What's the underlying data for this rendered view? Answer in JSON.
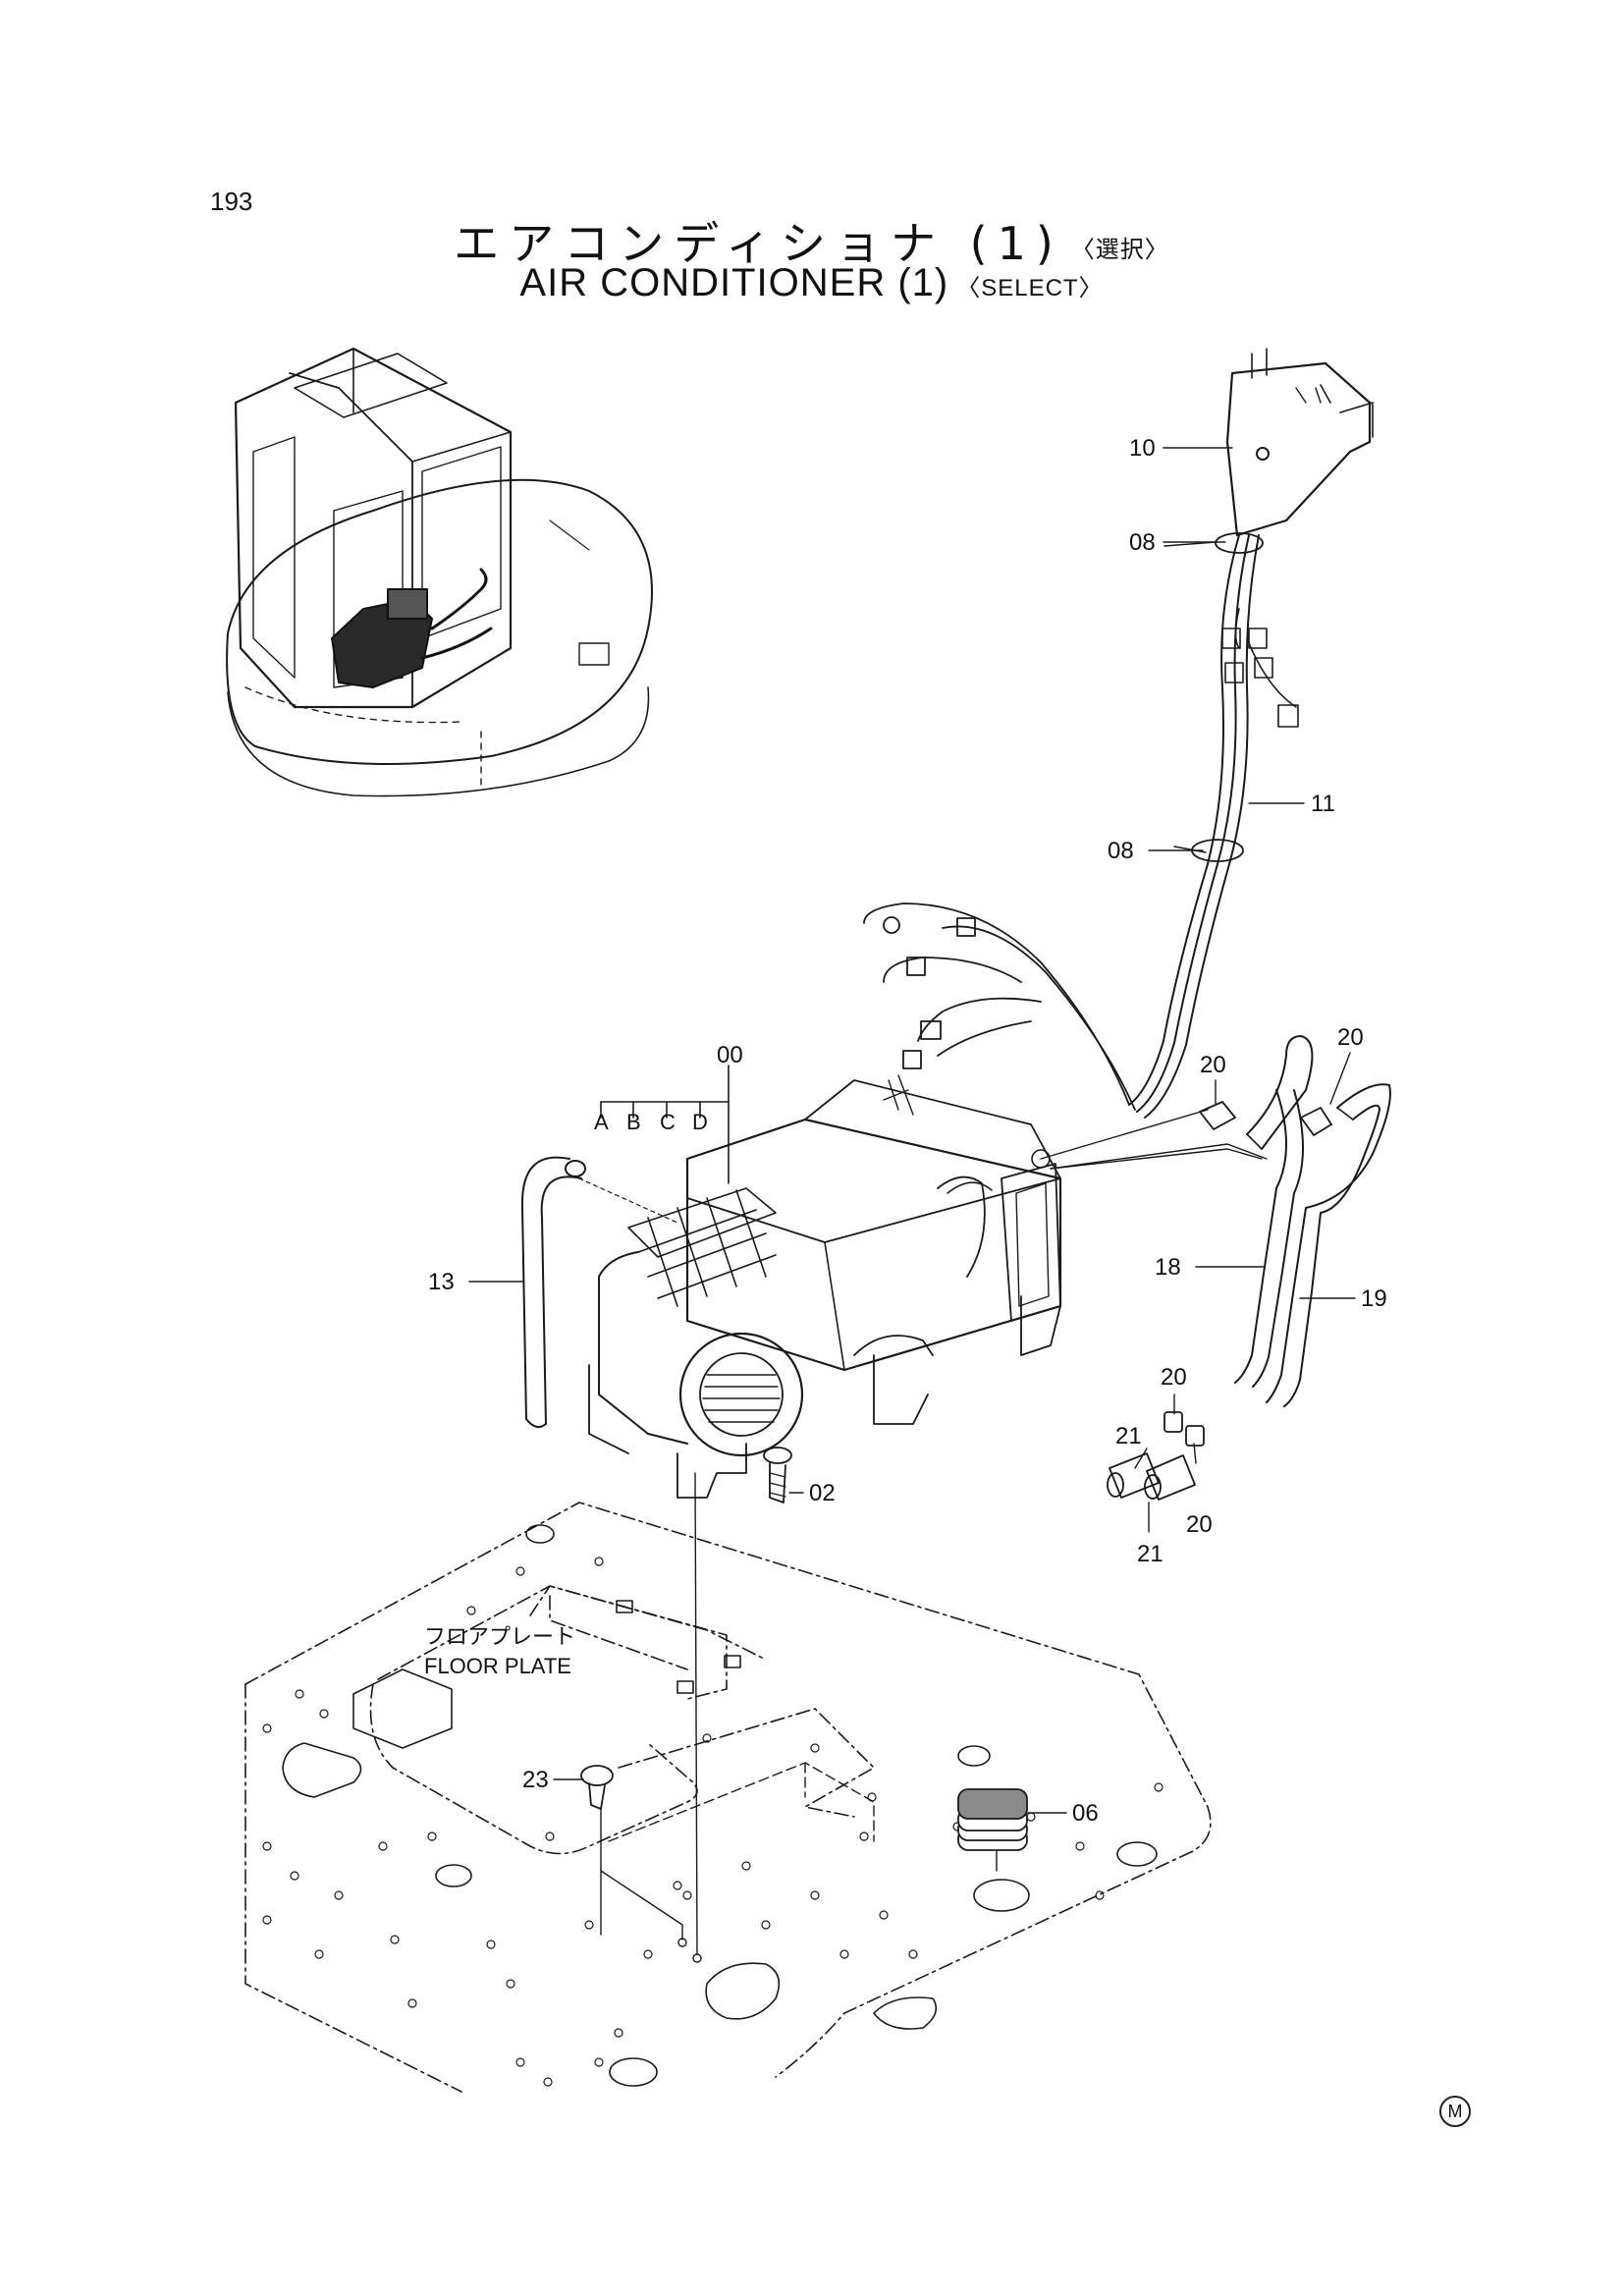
{
  "page": {
    "number": "193",
    "title_ja": "エアコンディショナ (1)",
    "title_ja_note": "〈選択〉",
    "title_en": "AIR CONDITIONER (1)",
    "title_en_note": "〈SELECT〉",
    "corner_mark": "M"
  },
  "labels": {
    "floor_plate_ja": "フロアプレート",
    "floor_plate_en": "FLOOR PLATE",
    "variant_a": "A",
    "variant_b": "B",
    "variant_c": "C",
    "variant_d": "D"
  },
  "callouts": {
    "c10": "10",
    "c08_upper": "08",
    "c11": "11",
    "c08_lower": "08",
    "c00": "00",
    "c20_a": "20",
    "c20_b": "20",
    "c13": "13",
    "c18": "18",
    "c19": "19",
    "c02": "02",
    "c21_upper": "21",
    "c20_c": "20",
    "c20_d": "20",
    "c21_lower": "21",
    "c23": "23",
    "c06": "06"
  }
}
